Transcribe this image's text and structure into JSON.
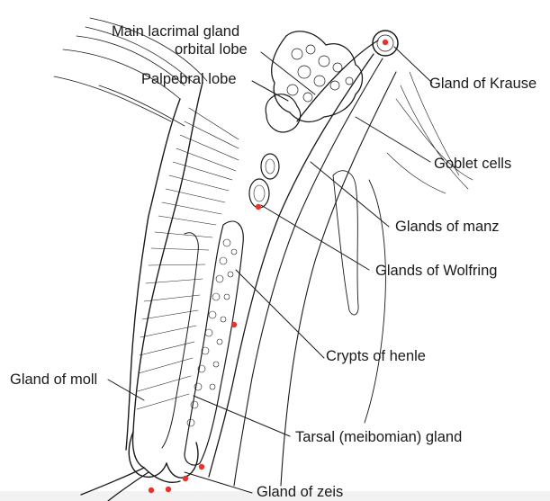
{
  "labels": {
    "main_lacrimal_line1": "Main lacrimal gland",
    "main_lacrimal_line2": "orbital lobe",
    "palpebral_lobe": "Palpebral lobe",
    "gland_of_krause": "Gland of Krause",
    "goblet_cells": "Goblet cells",
    "glands_of_manz": "Glands of manz",
    "glands_of_wolfring": "Glands of Wolfring",
    "crypts_of_henle": "Crypts of henle",
    "gland_of_moll": "Gland of moll",
    "tarsal_gland": "Tarsal (meibomian) gland",
    "gland_of_zeis": "Gland of zeis"
  },
  "colors": {
    "ink": "#1a1a1a",
    "marker_dot": "#e8332a",
    "background": "#ffffff"
  }
}
